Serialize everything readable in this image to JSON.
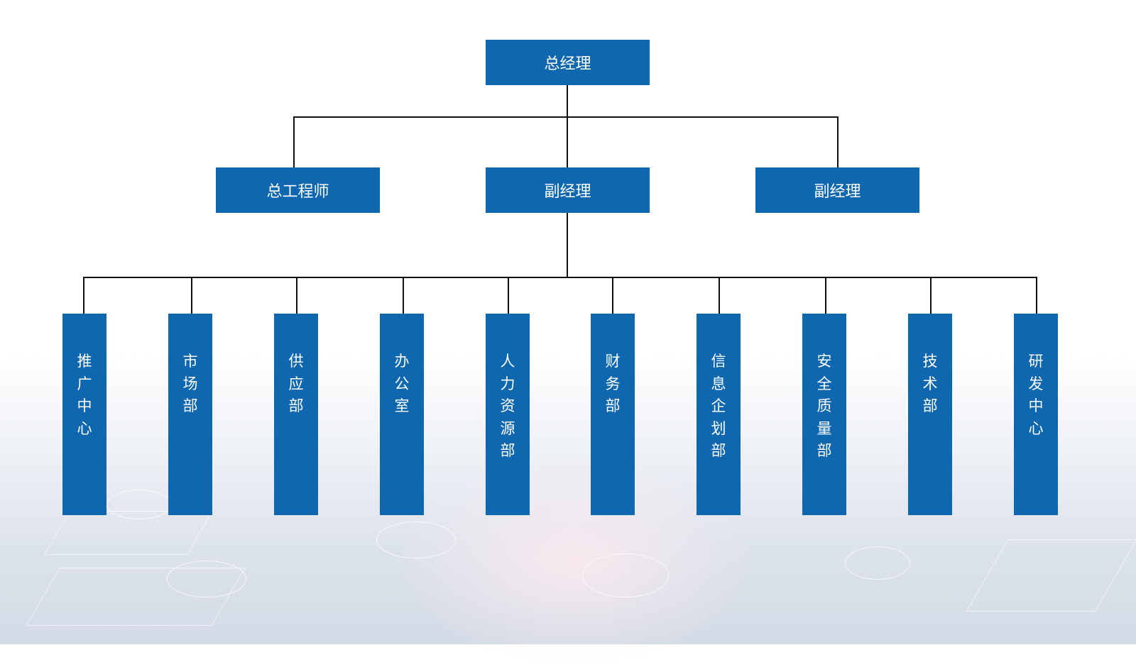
{
  "top": {
    "label": "总经理"
  },
  "second_level": [
    {
      "label": "总工程师"
    },
    {
      "label": "副经理"
    },
    {
      "label": "副经理"
    }
  ],
  "departments": [
    {
      "label": "推广中心"
    },
    {
      "label": "市场部"
    },
    {
      "label": "供应部"
    },
    {
      "label": "办公室"
    },
    {
      "label": "人力资源部"
    },
    {
      "label": "财务部"
    },
    {
      "label": "信息企划部"
    },
    {
      "label": "安全质量部"
    },
    {
      "label": "技术部"
    },
    {
      "label": "研发中心"
    }
  ],
  "colors": {
    "box": "#0f67b0",
    "line": "#111111",
    "text": "#ffffff"
  }
}
